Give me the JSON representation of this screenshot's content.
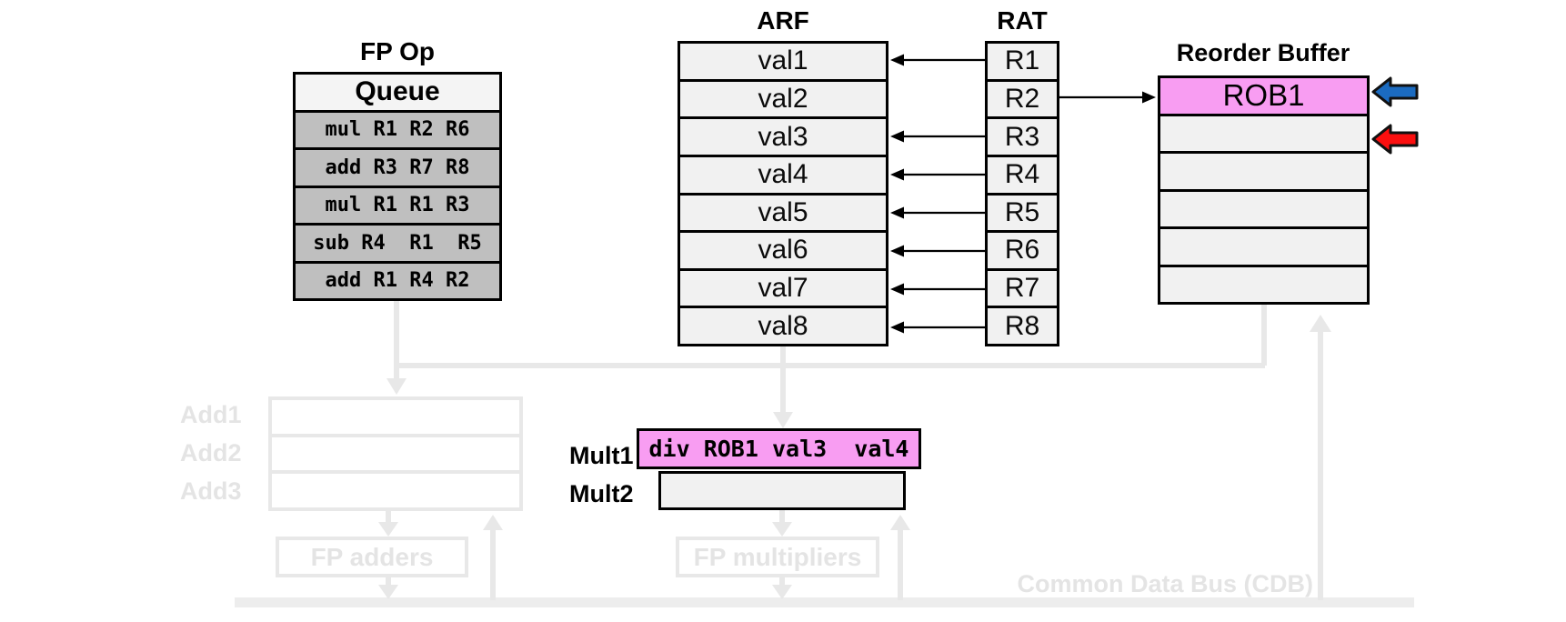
{
  "fp_op_queue": {
    "title": "FP Op",
    "header": "Queue",
    "instructions": [
      "mul R1 R2 R6",
      "add R3 R7 R8",
      "mul R1 R1 R3",
      "sub R4  R1  R5",
      "add R1 R4 R2"
    ]
  },
  "arf": {
    "title": "ARF",
    "rows": [
      "val1",
      "val2",
      "val3",
      "val4",
      "val5",
      "val6",
      "val7",
      "val8"
    ]
  },
  "rat": {
    "title": "RAT",
    "rows": [
      "R1",
      "R2",
      "R3",
      "R4",
      "R5",
      "R6",
      "R7",
      "R8"
    ]
  },
  "rob": {
    "title": "Reorder Buffer",
    "rows": [
      "ROB1",
      "",
      "",
      "",
      "",
      ""
    ],
    "highlighted_row": "ROB1"
  },
  "reservation_stations": {
    "add_labels": [
      "Add1",
      "Add2",
      "Add3"
    ],
    "mult1_label": "Mult1",
    "mult2_label": "Mult2",
    "mult1_entry": "div ROB1 val3  val4",
    "mult2_entry": ""
  },
  "functional_units": {
    "fp_adders": "FP adders",
    "fp_multipliers": "FP multipliers"
  },
  "cdb_label": "Common Data Bus (CDB)",
  "colors": {
    "highlight_pink": "#f89df2",
    "blue_arrow_fill": "#1b6bc0",
    "red_arrow_fill": "#fb0f0f",
    "arrow_outline": "#111111",
    "queue_row_gray": "#bfbfbf",
    "cell_gray": "#f1f1f1",
    "ghost_gray": "#e8e8e8"
  }
}
